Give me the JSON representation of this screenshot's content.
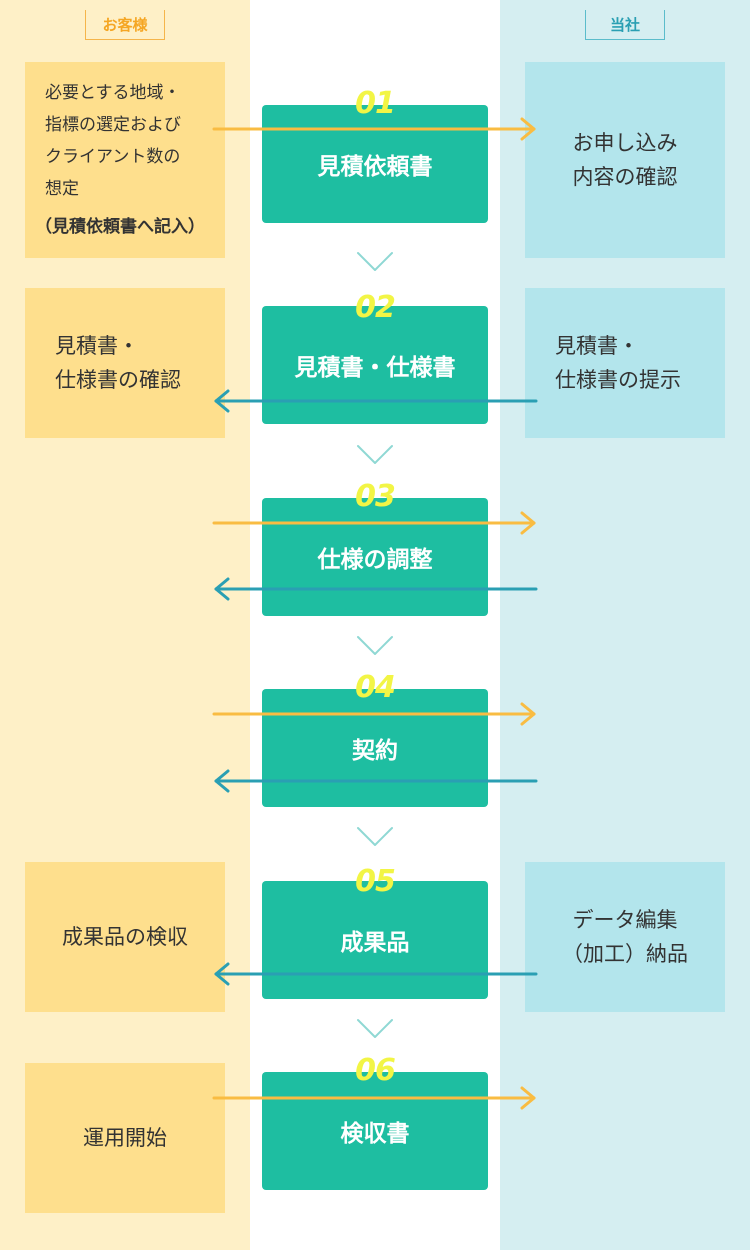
{
  "lanes": {
    "customer": "お客様",
    "company": "当社"
  },
  "colors": {
    "customer_column": "#fef0c7",
    "company_column": "#d5eef1",
    "customer_box": "#fedf8d",
    "company_box": "#b3e5ec",
    "step_box": "#1ebea1",
    "step_number": "#f2f545",
    "arrow_to_company": "#f9bc42",
    "arrow_to_customer": "#2a9fb3",
    "chevron": "#8fd8d4"
  },
  "steps": [
    {
      "number": "01",
      "label": "見積依頼書",
      "customer": [
        "必要とする地域・",
        "指標の選定および",
        "クライアント数の",
        "想定"
      ],
      "customer_note": "（見積依頼書へ記入）",
      "company": [
        "お申し込み",
        "内容の確認"
      ],
      "arrows": [
        "to-company"
      ]
    },
    {
      "number": "02",
      "label": "見積書・仕様書",
      "customer": [
        "見積書・",
        "仕様書の確認"
      ],
      "company": [
        "見積書・",
        "仕様書の提示"
      ],
      "arrows": [
        "to-customer"
      ]
    },
    {
      "number": "03",
      "label": "仕様の調整",
      "arrows": [
        "to-company",
        "to-customer"
      ]
    },
    {
      "number": "04",
      "label": "契約",
      "arrows": [
        "to-company",
        "to-customer"
      ]
    },
    {
      "number": "05",
      "label": "成果品",
      "customer": [
        "成果品の検収"
      ],
      "company": [
        "データ編集",
        "（加工）納品"
      ],
      "arrows": [
        "to-customer"
      ]
    },
    {
      "number": "06",
      "label": "検収書",
      "customer": [
        "運用開始"
      ],
      "arrows": [
        "to-company"
      ]
    }
  ]
}
